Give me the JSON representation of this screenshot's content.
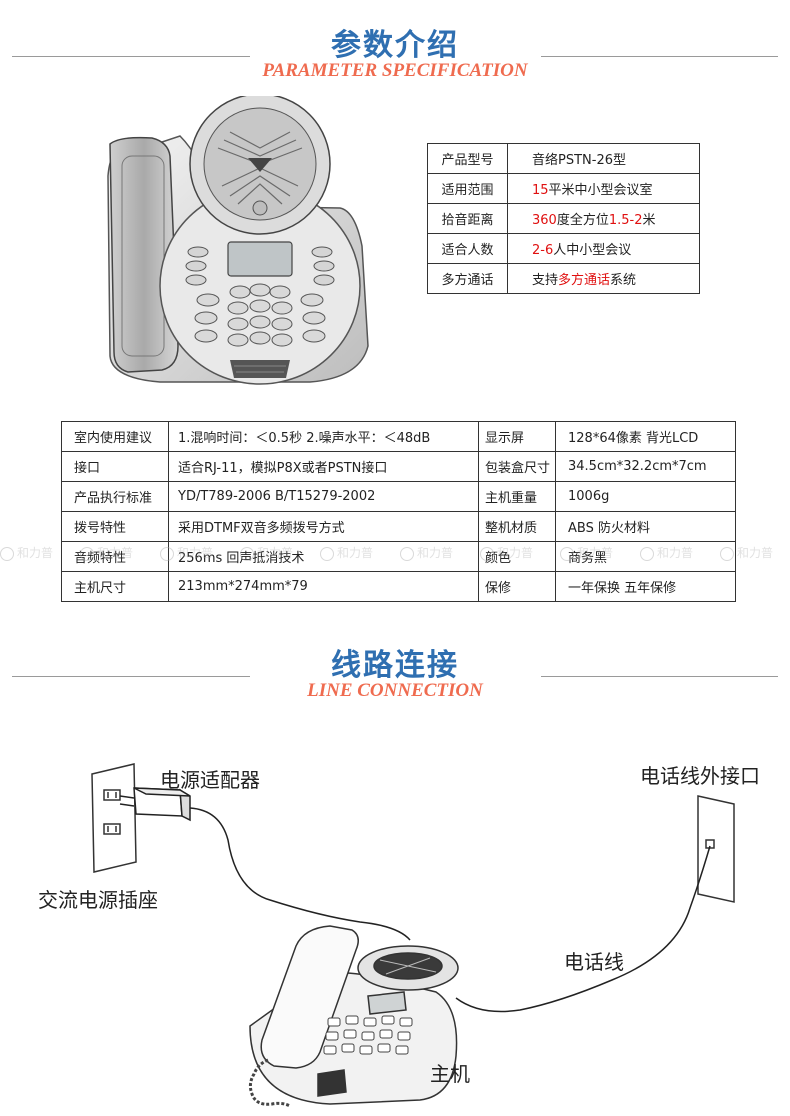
{
  "param_section": {
    "title_cn": "参数介绍",
    "title_en": "PARAMETER SPECIFICATION"
  },
  "spec_summary": [
    {
      "label": "产品型号",
      "value": [
        {
          "t": "音络PSTN-26型",
          "red": false
        }
      ]
    },
    {
      "label": "适用范围",
      "value": [
        {
          "t": "15",
          "red": true
        },
        {
          "t": "平米中小型会议室",
          "red": false
        }
      ]
    },
    {
      "label": "拾音距离",
      "value": [
        {
          "t": "360",
          "red": true
        },
        {
          "t": "度全方位",
          "red": false
        },
        {
          "t": "1.5-2",
          "red": true
        },
        {
          "t": "米",
          "red": false
        }
      ]
    },
    {
      "label": "适合人数",
      "value": [
        {
          "t": "2-6",
          "red": true
        },
        {
          "t": "人中小型会议",
          "red": false
        }
      ]
    },
    {
      "label": "多方通话",
      "value": [
        {
          "t": "支持",
          "red": false
        },
        {
          "t": "多方通话",
          "red": true
        },
        {
          "t": "系统",
          "red": false
        }
      ]
    }
  ],
  "spec_table": [
    {
      "k1": "室内使用建议",
      "v1": "1.混响时间：＜0.5秒 2.噪声水平：＜48dB",
      "k2": "显示屏",
      "v2": "128*64像素 背光LCD"
    },
    {
      "k1": "接口",
      "v1": "适合RJ-11，模拟P8X或者PSTN接口",
      "k2": "包装盒尺寸",
      "v2": " 34.5cm*32.2cm*7cm"
    },
    {
      "k1": "产品执行标准",
      "v1": "YD/T789-2006    B/T15279-2002",
      "k2": "主机重量",
      "v2": "1006g"
    },
    {
      "k1": "拨号特性",
      "v1": "采用DTMF双音多频拨号方式",
      "k2": "整机材质",
      "v2": " ABS 防火材料"
    },
    {
      "k1": "音频特性",
      "v1": "256ms 回声抵消技术",
      "k2": "颜色",
      "v2": " 商务黑"
    },
    {
      "k1": "主机尺寸",
      "v1": "213mm*274mm*79",
      "k2": "保修",
      "v2": "  一年保换 五年保修"
    }
  ],
  "watermark_text": "和力普",
  "line_section": {
    "title_cn": "线路连接",
    "title_en": "LINE CONNECTION"
  },
  "diagram_labels": {
    "adapter": "电源适配器",
    "socket": "交流电源插座",
    "external_port": "电话线外接口",
    "phone_line": "电话线",
    "host": "主机"
  }
}
